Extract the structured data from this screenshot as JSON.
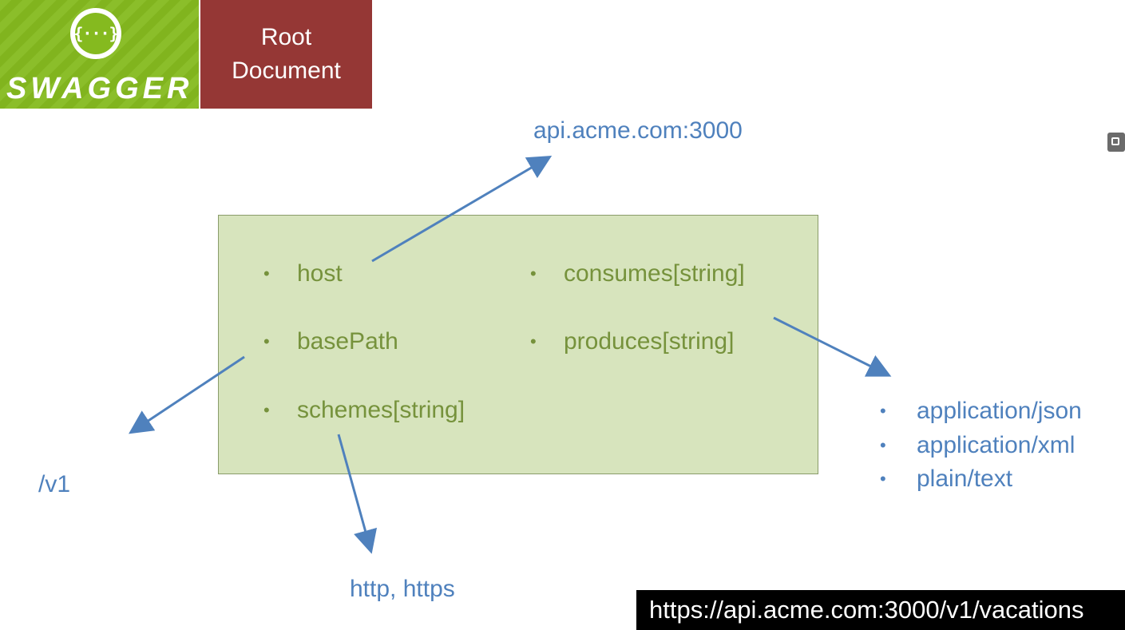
{
  "logo": {
    "glyph": "{···}",
    "text": "SWAGGER",
    "color": "#85ba1f"
  },
  "title": {
    "text": "Root Document",
    "color": "#953735"
  },
  "box": {
    "items_left": [
      "host",
      "basePath",
      "schemes[string]"
    ],
    "items_right": [
      "consumes[string]",
      "produces[string]"
    ],
    "bullet": "•"
  },
  "targets": {
    "host": "api.acme.com:3000",
    "basePath": "/v1",
    "schemes": "http, https",
    "mime_types": [
      "application/json",
      "application/xml",
      "plain/text"
    ]
  },
  "url_bar": "https://api.acme.com:3000/v1/vacations",
  "colors": {
    "green_text": "#76923c",
    "box_fill": "#d7e4bd",
    "blue": "#4f81bd"
  }
}
